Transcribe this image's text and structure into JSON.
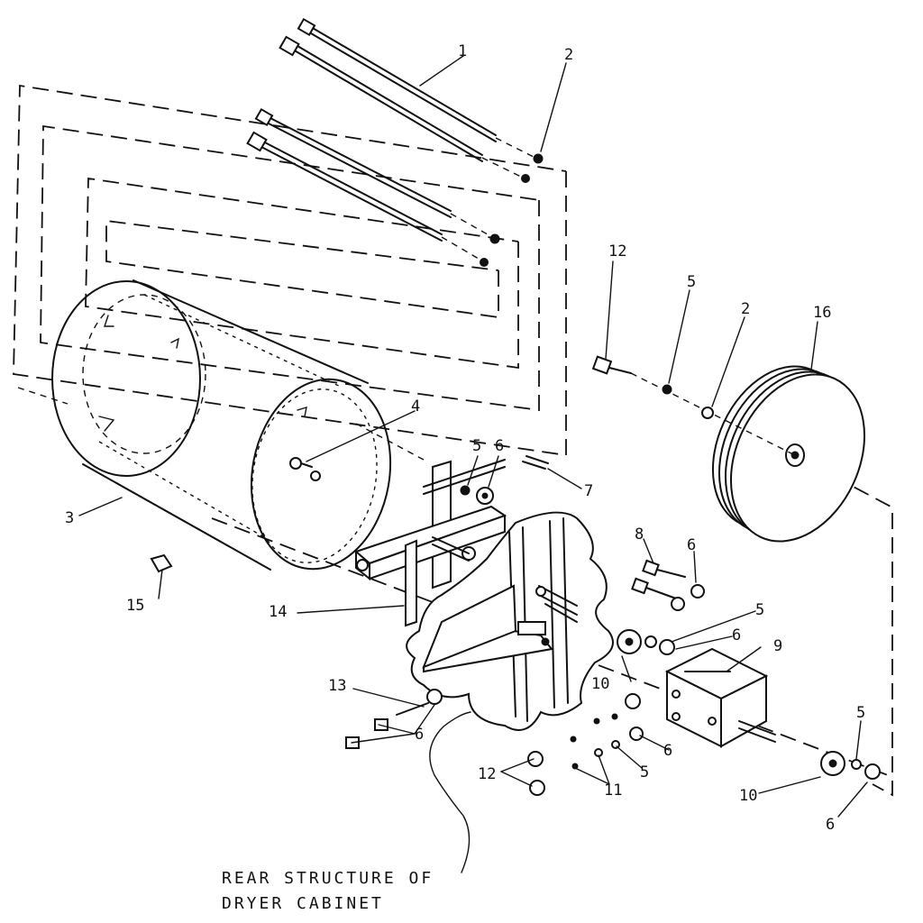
{
  "caption": {
    "line1": "REAR STRUCTURE OF",
    "line2": "DRYER CABINET"
  },
  "callouts": {
    "c1": "1",
    "c2a": "2",
    "c2b": "2",
    "c3": "3",
    "c4": "4",
    "c5a": "5",
    "c5b": "5",
    "c5c": "5",
    "c5d": "5",
    "c5e": "5",
    "c6a": "6",
    "c6b": "6",
    "c6c": "6",
    "c6d": "6",
    "c6e": "6",
    "c6f": "6",
    "c7": "7",
    "c8": "8",
    "c9": "9",
    "c10a": "10",
    "c10b": "10",
    "c11": "11",
    "c12a": "12",
    "c12b": "12",
    "c13": "13",
    "c14": "14",
    "c15": "15",
    "c16": "16"
  }
}
